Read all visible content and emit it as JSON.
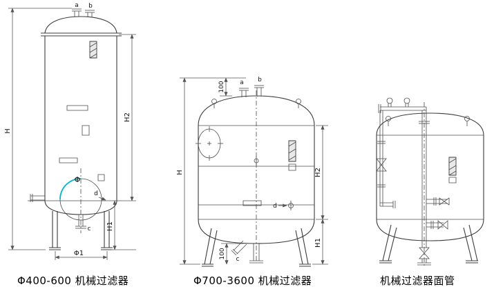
{
  "sheet": {
    "background": "#ffffff",
    "line_color": "#3b3b3b",
    "dim_color": "#555555",
    "accent_color": "#00b5c9"
  },
  "diagrams": [
    {
      "caption": "Φ400-600 机械过滤器",
      "labels": {
        "a": "a",
        "b": "b",
        "c": "c",
        "d": "d",
        "H": "H",
        "H1": "H1",
        "H2": "H2",
        "phi": "Φ",
        "phi1": "Φ1"
      }
    },
    {
      "caption": "Φ700-3600 机械过滤器",
      "labels": {
        "a": "a",
        "b": "b",
        "c": "c",
        "d": "d",
        "H": "H",
        "H1": "H1",
        "H2": "H2",
        "dim_top": "100",
        "dim_bottom": "100"
      }
    },
    {
      "caption": "机械过滤器面管",
      "labels": {}
    }
  ]
}
